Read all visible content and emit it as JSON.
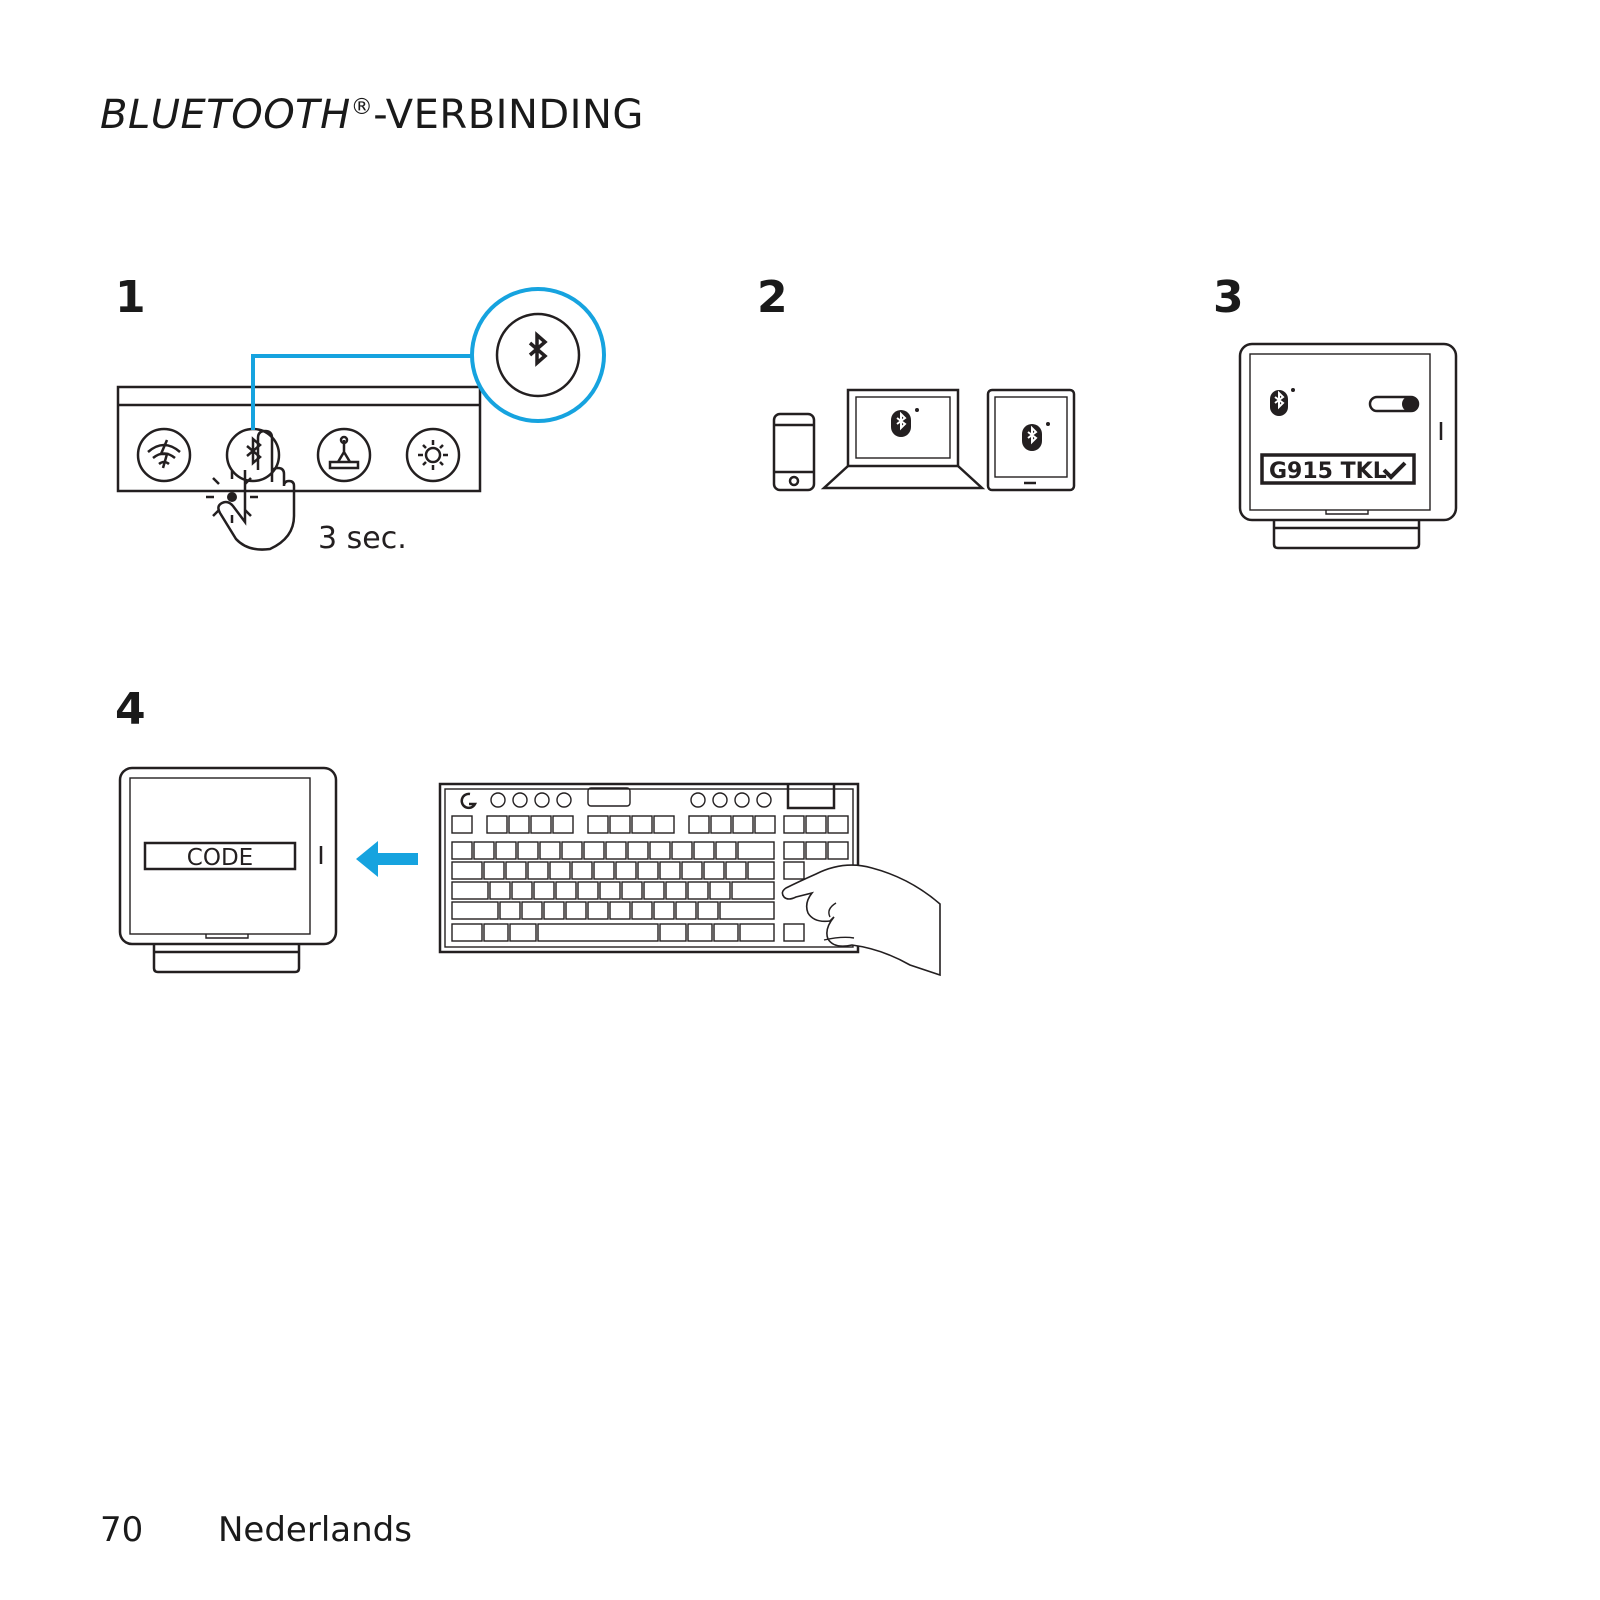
{
  "page": {
    "title_italic": "BLUETOOTH",
    "title_reg": "®",
    "title_rest": "-VERBINDING",
    "page_number": "70",
    "language": "Nederlands"
  },
  "steps": [
    {
      "number": "1",
      "duration_label": "3 sec."
    },
    {
      "number": "2"
    },
    {
      "number": "3",
      "device_name": "G915 TKL"
    },
    {
      "number": "4",
      "code_label": "CODE"
    }
  ],
  "colors": {
    "accent": "#16a3df",
    "line": "#231f20"
  },
  "icons": [
    "lightspeed-icon",
    "bluetooth-icon",
    "game-mode-icon",
    "brightness-icon",
    "hand-icon",
    "phone-icon",
    "laptop-icon",
    "tablet-icon",
    "toggle-icon",
    "checkmark-icon",
    "arrow-left-icon",
    "keyboard-icon",
    "logitech-g-icon"
  ]
}
